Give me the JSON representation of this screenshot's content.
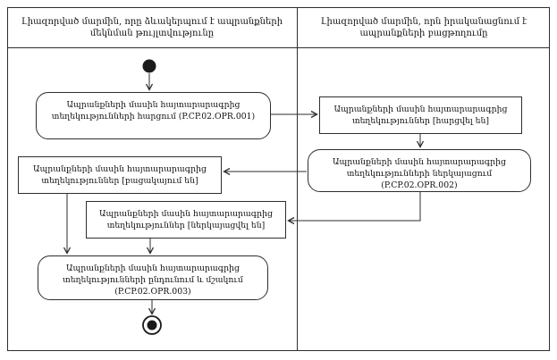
{
  "diagram": {
    "lanes": [
      {
        "title": "Լիազորված մարմին, որը ձևակերպում է ապրանքների մեկնման թույլտվությունը"
      },
      {
        "title": "Լիազորված մարմին, որն իրականացնում է ապրանքների բացթողումը"
      }
    ],
    "nodes": {
      "query_info": {
        "type": "activity",
        "label": "Ապրանքների մասին հայտարարագրից տեղեկությունների հարցում (P.CP.02.OPR.001)"
      },
      "info_queried": {
        "type": "state",
        "label": "Ապրանքների մասին հայտարարագրից տեղեկություններ [հարցվել են]"
      },
      "submit_info": {
        "type": "activity",
        "label": "Ապրանքների մասին հայտարարագրից տեղեկությունների ներկայացում (P.CP.02.OPR.002)"
      },
      "info_missing": {
        "type": "state",
        "label": "Ապրանքների մասին հայտարարագրից տեղեկություններ [բացակայում են]"
      },
      "info_submitted": {
        "type": "state",
        "label": "Ապրանքների մասին հայտարարագրից տեղեկություններ [ներկայացվել են]"
      },
      "process_info": {
        "type": "activity",
        "label": "Ապրանքների մասին հայտարարագրից տեղեկությունների ընդունում և մշակում (P.CP.02.OPR.003)"
      }
    },
    "colors": {
      "line": "#2e2e2e",
      "background": "#ffffff",
      "text": "#111111"
    }
  }
}
